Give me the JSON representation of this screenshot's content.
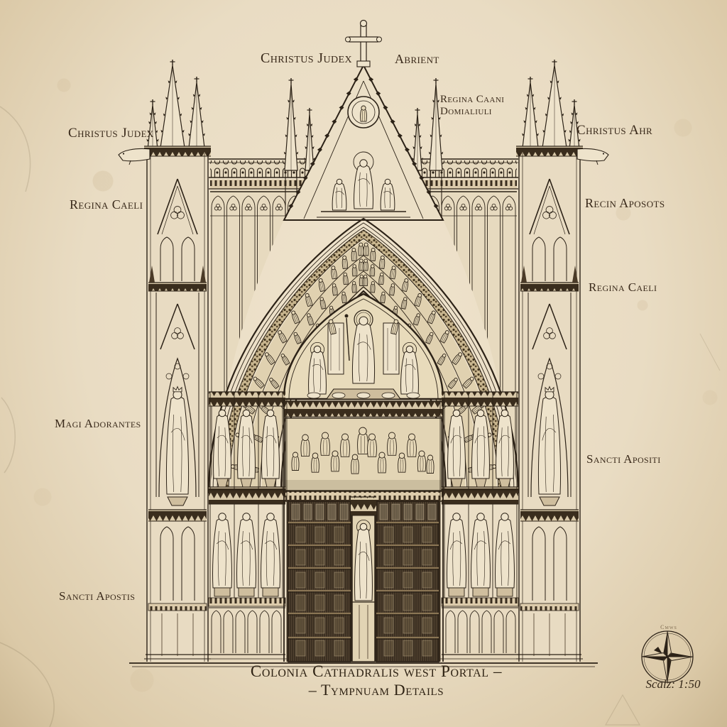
{
  "title": {
    "line1": "Colonia Cathadralis west Portal –",
    "line2": "– Tympnuam Details"
  },
  "annotations": [
    {
      "id": "christus-judex-top",
      "text": "Christus Judex"
    },
    {
      "id": "abrient",
      "text": "Abrient"
    },
    {
      "id": "regina-caani",
      "text": "Regina Caani",
      "text2": "Domialiuli"
    },
    {
      "id": "christus-judex-left",
      "text": "Christus Judex"
    },
    {
      "id": "christus-ahr",
      "text": "Christus Ahr"
    },
    {
      "id": "regina-caeli-left",
      "text": "Regina Caeli"
    },
    {
      "id": "recin-aposots",
      "text": "Recin Aposots"
    },
    {
      "id": "regina-caeli-right",
      "text": "Regina Caeli"
    },
    {
      "id": "magi-adorantes",
      "text": "Magi Adorantes"
    },
    {
      "id": "sancti-apositi",
      "text": "Sancti Apositi"
    },
    {
      "id": "sancti-apostis",
      "text": "Sancti Apostis"
    }
  ],
  "compass": {
    "icon": "compass-rose-icon",
    "caption": "Cmws",
    "scale_label": "Scalz: 1:50"
  },
  "colors": {
    "paper": "#e9dcc5",
    "paper_light": "#eee3cb",
    "ink": "#2c2217",
    "ink_mid": "#4a3a27",
    "shade": "#cfbe9e",
    "door": "#3f3222"
  }
}
